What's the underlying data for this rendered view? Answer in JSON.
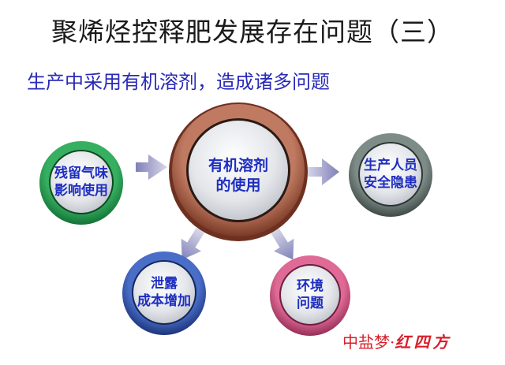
{
  "title": "聚烯烃控释肥发展存在问题（三）",
  "subtitle": "生产中采用有机溶剂，造成诸多问题",
  "center_node": {
    "line1": "有机溶剂",
    "line2": "的使用",
    "ring_color": "#a0523a"
  },
  "nodes": [
    {
      "id": "left",
      "line1": "残留气味",
      "line2": "影响使用",
      "ring_color": "#1f9a4a"
    },
    {
      "id": "right",
      "line1": "生产人员",
      "line2": "安全隐患",
      "ring_color": "#5f6e6a"
    },
    {
      "id": "bottom-left",
      "line1": "泄露",
      "line2": "成本增加",
      "ring_color": "#2a4ea8"
    },
    {
      "id": "bottom-right",
      "line1": "环境",
      "line2": "问题",
      "ring_color": "#c84a7a"
    }
  ],
  "label_color": "#1e2ec0",
  "arrow_color": "#8c8cc0",
  "footer": {
    "text": "中盐梦·",
    "brush_text": "红四方"
  }
}
